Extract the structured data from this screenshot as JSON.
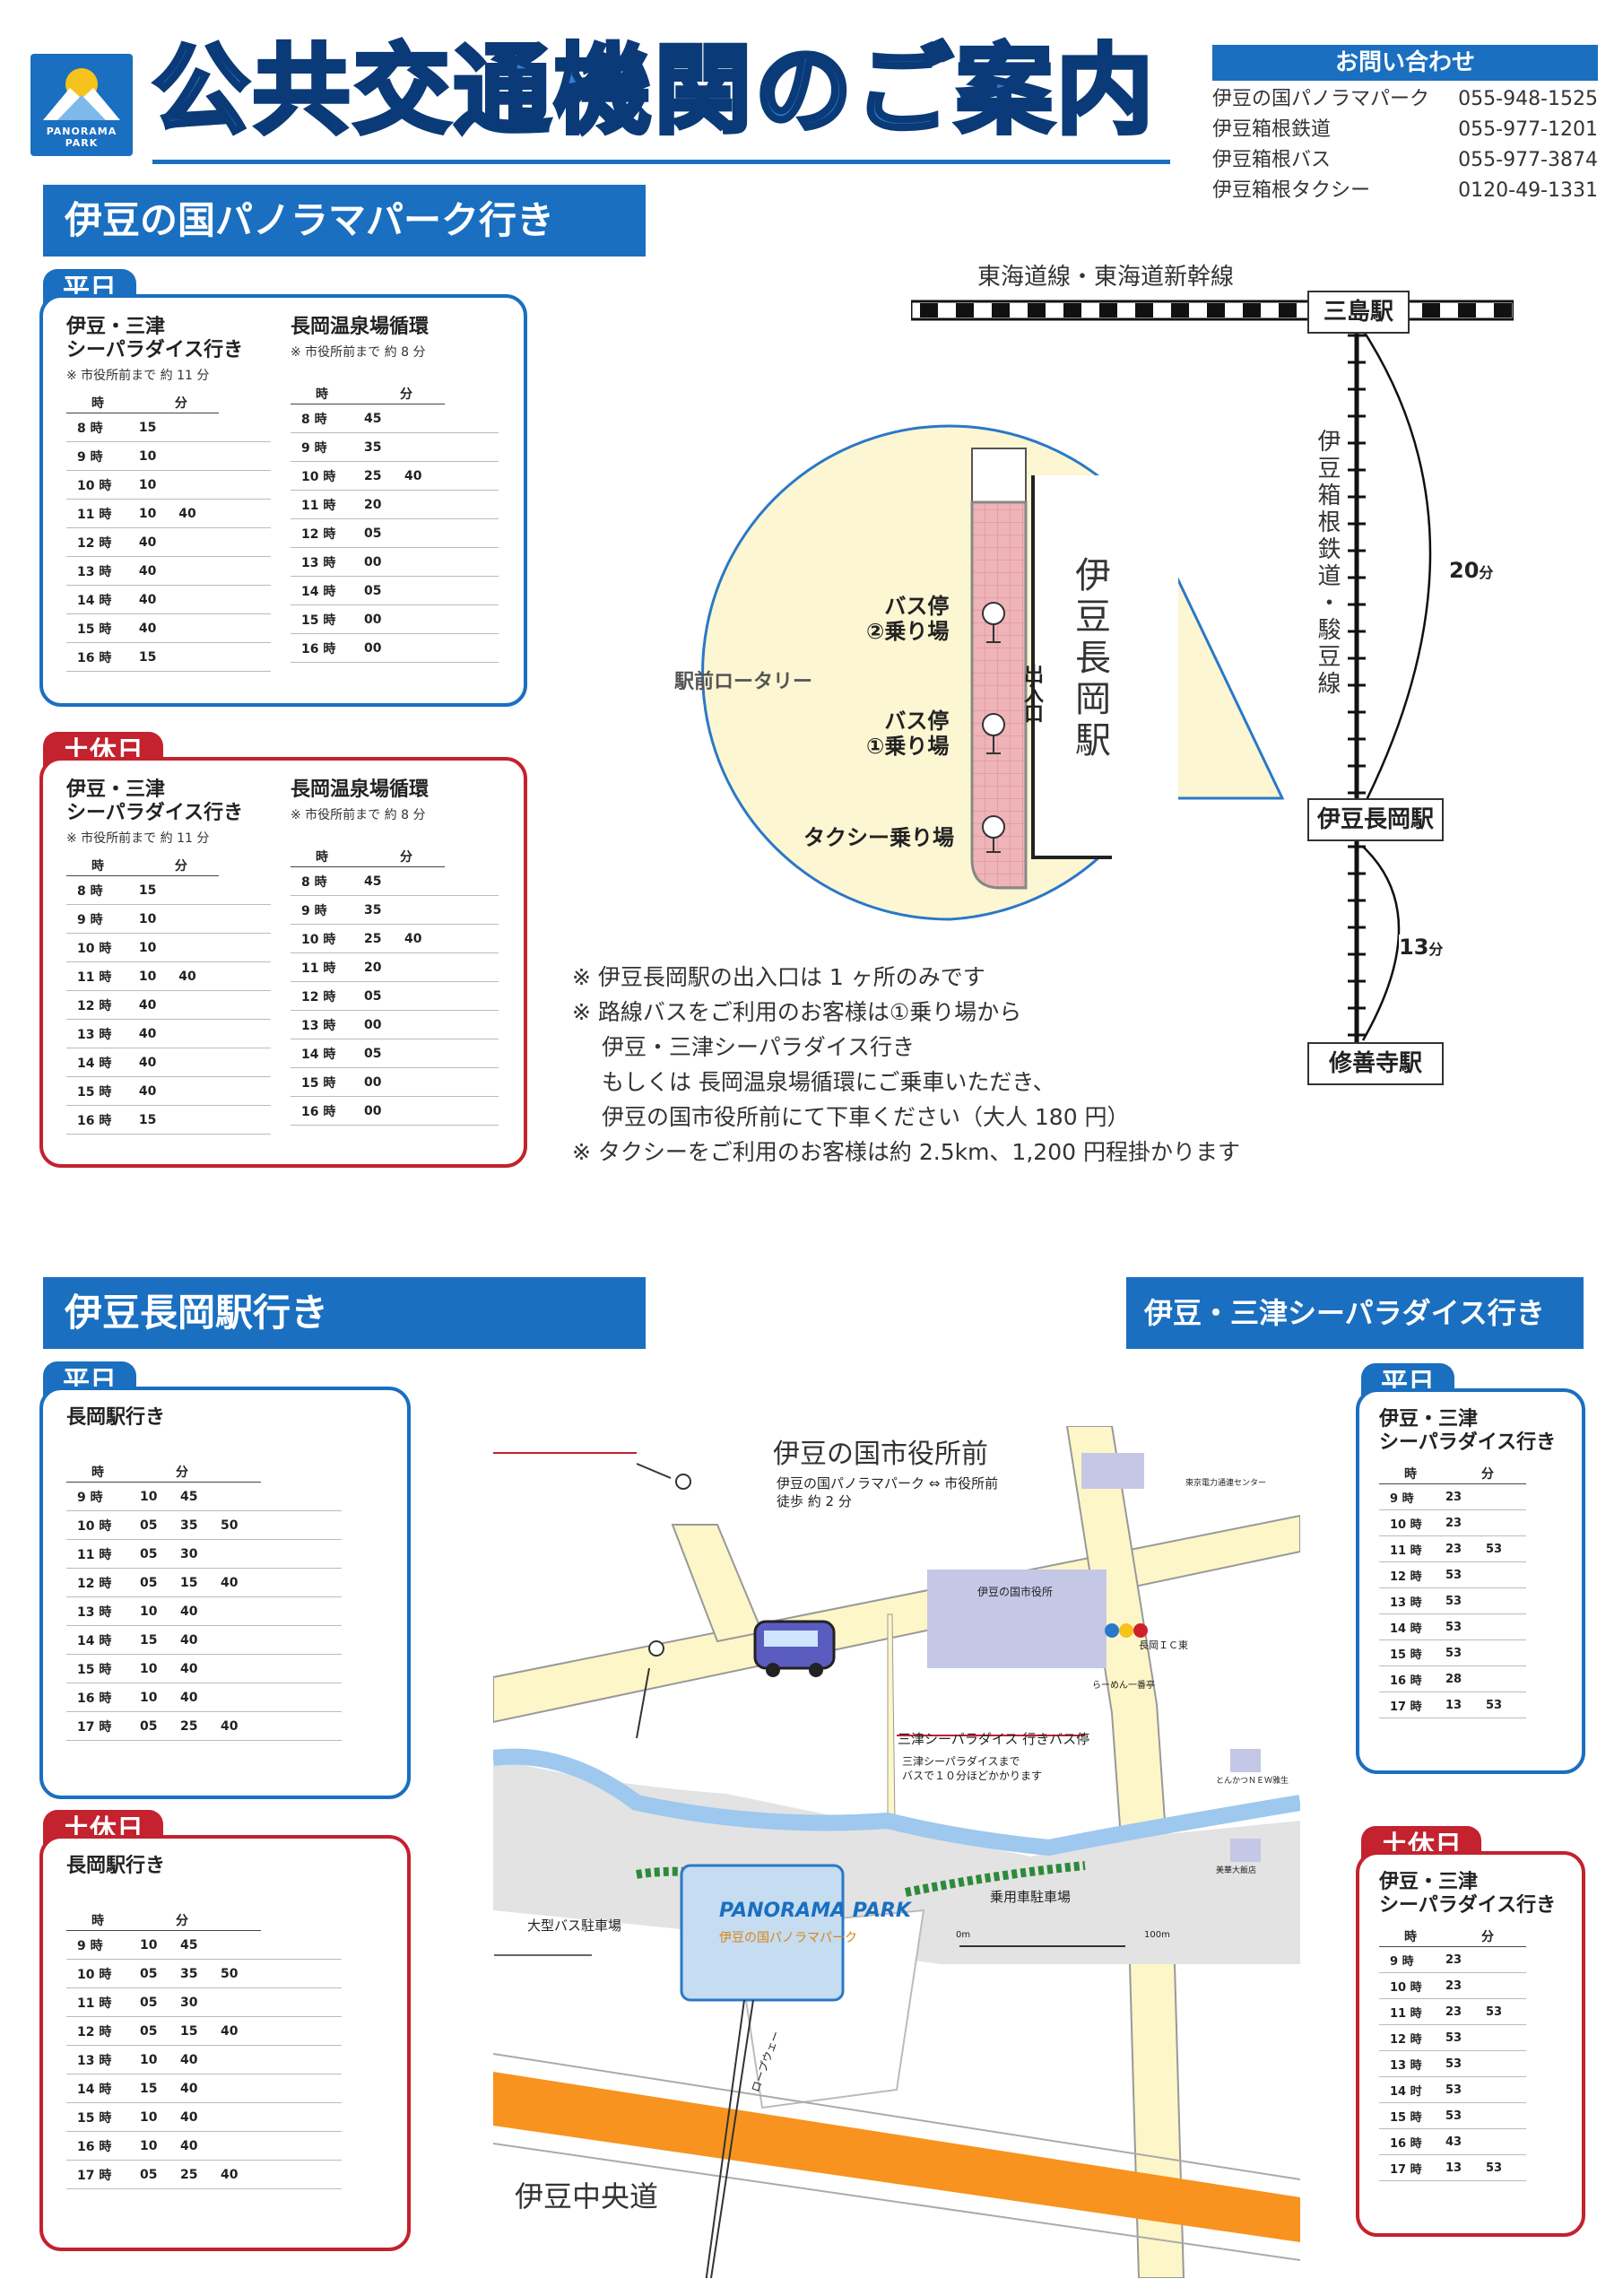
{
  "header": {
    "title": "公共交通機関のご案内",
    "logo_text": "PANORAMA PARK"
  },
  "contact": {
    "heading": "お問い合わせ",
    "rows": [
      {
        "name": "伊豆の国パノラマパーク",
        "phone": "055-948-1525"
      },
      {
        "name": "伊豆箱根鉄道",
        "phone": "055-977-1201"
      },
      {
        "name": "伊豆箱根バス",
        "phone": "055-977-3874"
      },
      {
        "name": "伊豆箱根タクシー",
        "phone": "0120-49-1331"
      }
    ]
  },
  "section1": {
    "banner": "伊豆の国パノラマパーク行き",
    "weekday_tag": "平日",
    "weekend_tag": "土休日",
    "col_a_title": "伊豆・三津\nシーパラダイス行き",
    "col_a_note": "※ 市役所前まで 約 11 分",
    "col_b_title": "長岡温泉場循環",
    "col_b_note": "※ 市役所前まで 約 8 分",
    "hdr_hour": "時",
    "hdr_min": "分",
    "col_a_rows": [
      [
        "8 時",
        "15",
        ""
      ],
      [
        "9 時",
        "10",
        ""
      ],
      [
        "10 時",
        "10",
        ""
      ],
      [
        "11 時",
        "10",
        "40"
      ],
      [
        "12 時",
        "40",
        ""
      ],
      [
        "13 時",
        "40",
        ""
      ],
      [
        "14 時",
        "40",
        ""
      ],
      [
        "15 時",
        "40",
        ""
      ],
      [
        "16 時",
        "15",
        ""
      ]
    ],
    "col_b_rows": [
      [
        "8 時",
        "45",
        ""
      ],
      [
        "9 時",
        "35",
        ""
      ],
      [
        "10 時",
        "25",
        "40"
      ],
      [
        "11 時",
        "20",
        ""
      ],
      [
        "12 時",
        "05",
        ""
      ],
      [
        "13 時",
        "00",
        ""
      ],
      [
        "14 時",
        "05",
        ""
      ],
      [
        "15 時",
        "00",
        ""
      ],
      [
        "16 時",
        "00",
        ""
      ]
    ]
  },
  "rail": {
    "line_top": "東海道線・東海道新幹線",
    "station_mishima": "三島駅",
    "station_nagaoka": "伊豆長岡駅",
    "station_shuzenji": "修善寺駅",
    "line_vertical": "伊豆箱根鉄道・駿豆線",
    "time_1": "20",
    "time_2": "13",
    "min_unit": "分"
  },
  "station_map": {
    "station_name": "伊豆長岡駅",
    "rotary": "駅前ロータリー",
    "exit": "出入口",
    "bus2": "バス停\n②乗り場",
    "bus1": "バス停\n①乗り場",
    "taxi": "タクシー乗り場"
  },
  "notes": "※ 伊豆長岡駅の出入口は 1 ヶ所のみです\n※ 路線バスをご利用のお客様は①乗り場から\n　 伊豆・三津シーパラダイス行き\n　 もしくは 長岡温泉場循環にご乗車いただき、\n　 伊豆の国市役所前にて下車ください（大人 180 円）\n※ タクシーをご利用のお客様は約 2.5km、1,200 円程掛かります",
  "section2": {
    "banner": "伊豆長岡駅行き",
    "weekday_tag": "平日",
    "weekend_tag": "土休日",
    "col_title": "長岡駅行き",
    "rows": [
      [
        "9 時",
        "10",
        "45",
        ""
      ],
      [
        "10 時",
        "05",
        "35",
        "50"
      ],
      [
        "11 時",
        "05",
        "30",
        ""
      ],
      [
        "12 時",
        "05",
        "15",
        "40"
      ],
      [
        "13 時",
        "10",
        "40",
        ""
      ],
      [
        "14 時",
        "15",
        "40",
        ""
      ],
      [
        "15 時",
        "10",
        "40",
        ""
      ],
      [
        "16 時",
        "10",
        "40",
        ""
      ],
      [
        "17 時",
        "05",
        "25",
        "40"
      ]
    ]
  },
  "section3": {
    "banner": "伊豆・三津シーパラダイス行き",
    "weekday_tag": "平日",
    "weekend_tag": "土休日",
    "col_title": "伊豆・三津\nシーパラダイス行き",
    "weekday_rows": [
      [
        "9 時",
        "23",
        ""
      ],
      [
        "10 時",
        "23",
        ""
      ],
      [
        "11 時",
        "23",
        "53"
      ],
      [
        "12 時",
        "53",
        ""
      ],
      [
        "13 時",
        "53",
        ""
      ],
      [
        "14 時",
        "53",
        ""
      ],
      [
        "15 時",
        "53",
        ""
      ],
      [
        "16 時",
        "28",
        ""
      ],
      [
        "17 時",
        "13",
        "53"
      ]
    ],
    "weekend_rows": [
      [
        "9 時",
        "23",
        ""
      ],
      [
        "10 時",
        "23",
        ""
      ],
      [
        "11 時",
        "23",
        "53"
      ],
      [
        "12 時",
        "53",
        ""
      ],
      [
        "13 時",
        "53",
        ""
      ],
      [
        "14 时",
        "53",
        ""
      ],
      [
        "15 時",
        "53",
        ""
      ],
      [
        "16 時",
        "43",
        ""
      ],
      [
        "17 時",
        "13",
        "53"
      ]
    ]
  },
  "area_map": {
    "city_hall_stop": "伊豆の国市役所前",
    "walk_note_1": "伊豆の国パノラマパーク ⇔ 市役所前",
    "walk_note_2": "徒歩 約 2 分",
    "city_hall": "伊豆の国市役所",
    "seapara_stop": "三津シーパラダイス 行きバス停",
    "seapara_note_1": "三津シーパラダイスまで",
    "seapara_note_2": "バスで１０分ほどかかります",
    "ic": "長岡ＩＣ東",
    "ramen": "らーめん一番亭",
    "tokai": "東京電力通連センター",
    "tonkatsu": "とんかつＮＥＷ雅生",
    "kanton": "美華大飯店",
    "bus_parking": "大型バス駐車場",
    "car_parking": "乗用車駐車場",
    "logo": "PANORAMA PARK",
    "logo_sub": "伊豆の国パノラマパーク",
    "ropeway": "ロープウェー",
    "scale_0": "0m",
    "scale_100": "100m",
    "highway": "伊豆中央道"
  }
}
